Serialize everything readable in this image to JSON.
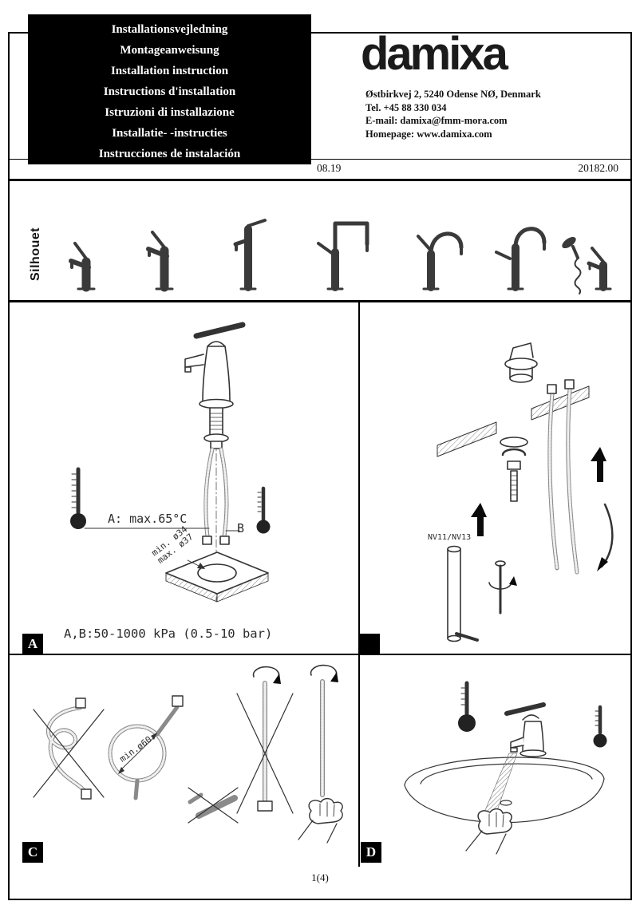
{
  "page": {
    "number": "1(4)"
  },
  "header": {
    "languages": [
      "Installationsvejledning",
      "Montageanweisung",
      "Installation instruction",
      "Instructions d'installation",
      "Istruzioni di installazione",
      "Installatie- -instructies",
      "Instrucciones de instalación"
    ],
    "brand": "damixa",
    "address_line": "Østbirkvej 2, 5240 Odense NØ, Denmark",
    "phone_line": "Tel. +45 88 330 034",
    "email_line": "E-mail: damixa@fmm-mora.com",
    "homepage_line": "Homepage: www.damixa.com",
    "revision_date": "08.19",
    "document_number": "20182.00"
  },
  "product": {
    "series_name": "Silhouet"
  },
  "panel_a": {
    "label": "A",
    "temp_limit": "A: max.65°C",
    "point_b": "B",
    "hole_min": "min. ø34",
    "hole_max": "max. ø37",
    "pressure": "A,B:50-1000 kPa (0.5-10 bar)"
  },
  "panel_b": {
    "label": "",
    "wrench_size": "NV11/NV13"
  },
  "panel_c": {
    "label": "C",
    "bend_radius": "min.ø60"
  },
  "panel_d": {
    "label": "D"
  }
}
